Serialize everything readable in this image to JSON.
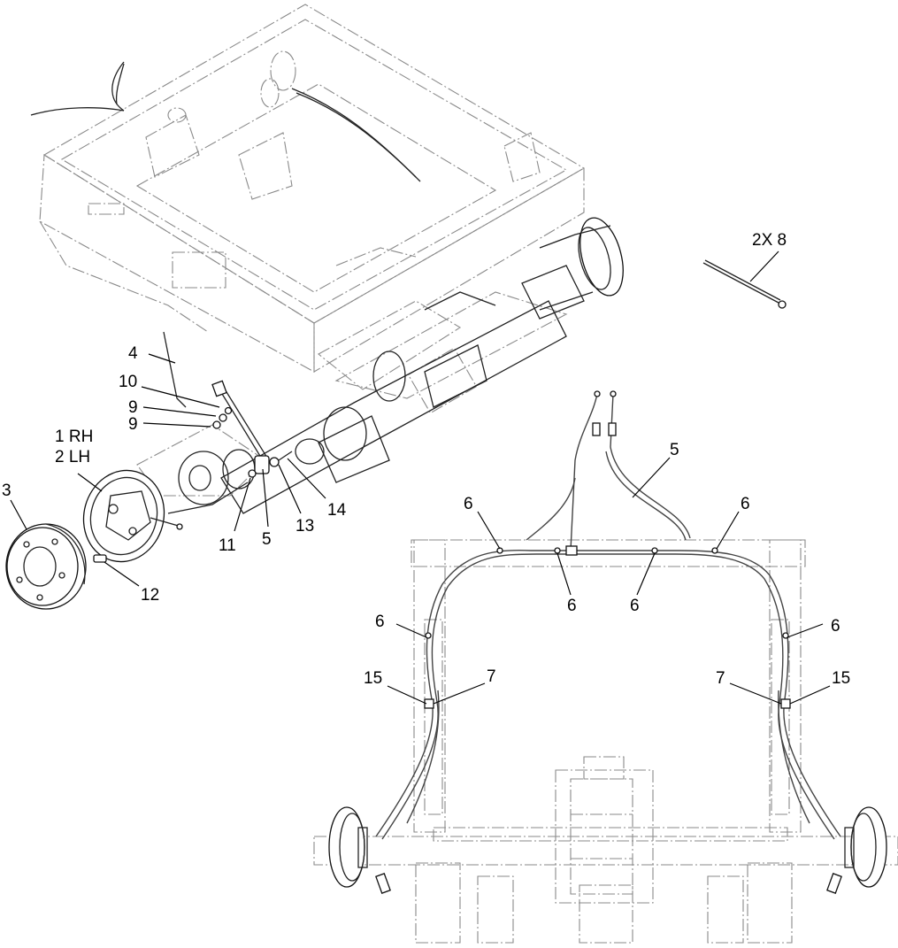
{
  "callouts": {
    "c2x8": "2X 8",
    "c4": "4",
    "c10": "10",
    "c9a": "9",
    "c9b": "9",
    "c1rh": "1 RH",
    "c2lh": "2 LH",
    "c3": "3",
    "c11": "11",
    "c5a": "5",
    "c13": "13",
    "c14": "14",
    "c12": "12",
    "c5b": "5",
    "c6a": "6",
    "c6b": "6",
    "c6c": "6",
    "c6d": "6",
    "c6e": "6",
    "c6f": "6",
    "c15a": "15",
    "c7a": "7",
    "c7b": "7",
    "c15b": "15"
  }
}
